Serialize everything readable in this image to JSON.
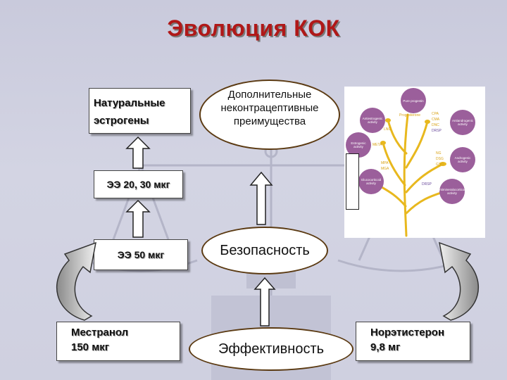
{
  "title": "Эволюция КОК",
  "boxes": {
    "natural": [
      "Натуральные",
      "эстрогены"
    ],
    "ee_2030": "ЭЭ  20, 30 мкг",
    "ee_50": "ЭЭ 50 мкг",
    "mestranol": [
      "Местранол",
      "150 мкг"
    ],
    "norethisterone": [
      "Норэтистерон",
      "9,8 мг"
    ]
  },
  "ellipses": {
    "benefits": [
      "Дополнительные",
      "неконтрацептивные",
      "преимущества"
    ],
    "safety": "Безопасность",
    "efficacy": "Эффективность"
  },
  "inset": {
    "circles": [
      {
        "label": "Pure progestin"
      },
      {
        "label": "Antiestrogenic activity"
      },
      {
        "label": "Antiandrogenic activity"
      },
      {
        "label": "Estrogenic activity"
      },
      {
        "label": "Androgenic activity"
      },
      {
        "label": "Glucocorticoid activity"
      },
      {
        "label": "Antimineralocorticoid activity"
      }
    ],
    "labels": {
      "progesterone": "Progesterone",
      "cpa": "CPA",
      "cma": "CMA",
      "dnc": "DNC",
      "drsp1": "DRSP",
      "lng": "LNG",
      "meta": "META",
      "ng": "NG",
      "dsg": "DSG",
      "gsd": "GSD",
      "mpa": "MPA",
      "mga": "MGA",
      "drsp2": "DRSP"
    }
  },
  "colors": {
    "title": "#b01818",
    "ellipse_border": "#5b3a12",
    "plant": "#e8b81e",
    "circle": "#9b5f9b"
  }
}
